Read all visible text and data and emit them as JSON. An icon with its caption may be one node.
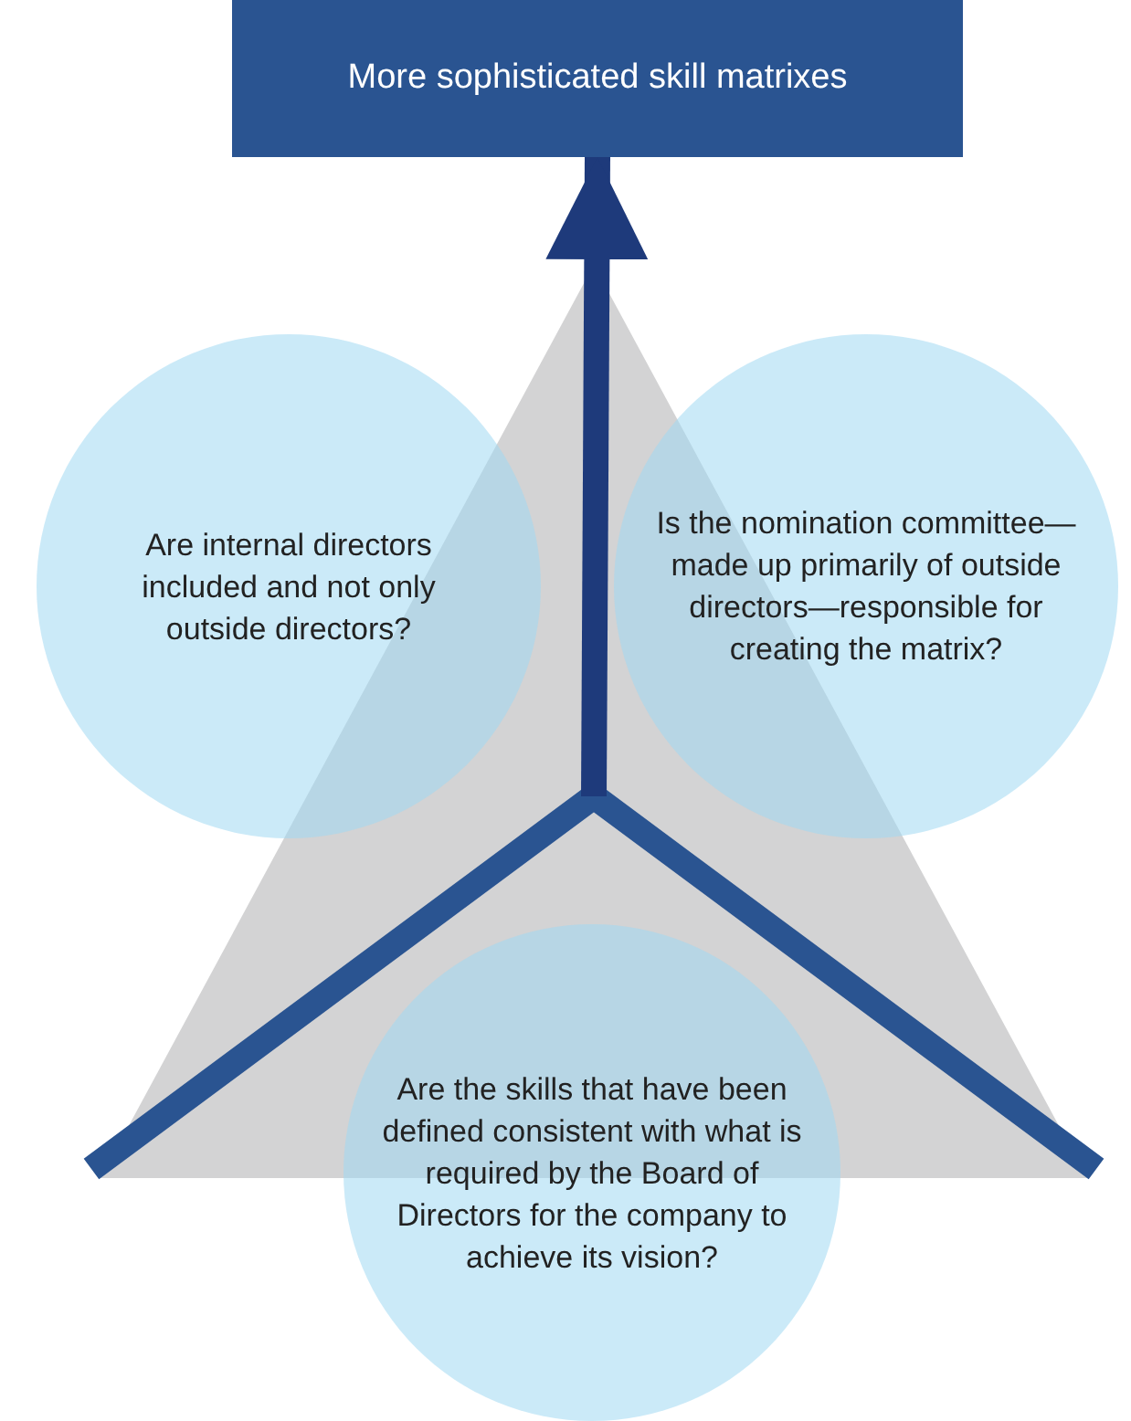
{
  "diagram": {
    "nodes": [
      {
        "text": [
          "More sophisticated skill matrixes"
        ]
      },
      {
        "text": [],
        "shape": "triangle"
      },
      {
        "text": [
          "Are internal directors included and not only outside directors?"
        ]
      },
      {
        "text": [
          "Is the nomination committee—made up primarily of outside directors—responsible for creating the matrix?"
        ]
      },
      {
        "text": [
          "Are the skills that have been defined consistent with what is required by the Board of Directors for the company to achieve its vision?"
        ]
      }
    ],
    "edges": [
      {
        "from": 1,
        "to": 0,
        "arrow": "to"
      }
    ]
  }
}
